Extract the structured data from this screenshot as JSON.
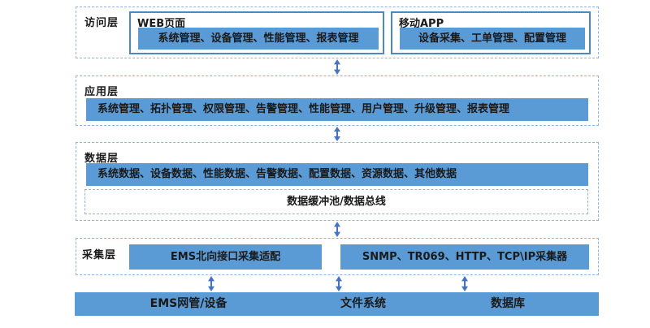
{
  "access_layer": {
    "label": "访问层",
    "web_box": {
      "title": "WEB页面",
      "items": "系统管理、设备管理、性能管理、报表管理"
    },
    "app_box": {
      "title": "移动APP",
      "items": "设备采集、工单管理、配置管理"
    }
  },
  "application_layer": {
    "label": "应用层",
    "modules": "系统管理、拓扑管理、权限管理、告警管理、性能管理、用户管理、升级管理、报表管理"
  },
  "data_layer": {
    "label": "数据层",
    "datasets": "系统数据、设备数据、性能数据、告警数据、配置数据、资源数据、其他数据",
    "bus": "数据缓冲池/数据总线"
  },
  "collection_layer": {
    "label": "采集层",
    "ems_adapter": "EMS北向接口采集适配",
    "collectors": "SNMP、TR069、HTTP、TCP\\IP采集器"
  },
  "resource_bar": {
    "items": [
      "EMS网管/设备",
      "文件系统",
      "数据库"
    ]
  },
  "colors": {
    "fill_blue": "#5b9bd5",
    "solid_border": "#4a89c8",
    "dashed_border": "#8eb4e3",
    "arrow": "#4472c4",
    "text": "#1a1a1a",
    "background": "#ffffff"
  }
}
